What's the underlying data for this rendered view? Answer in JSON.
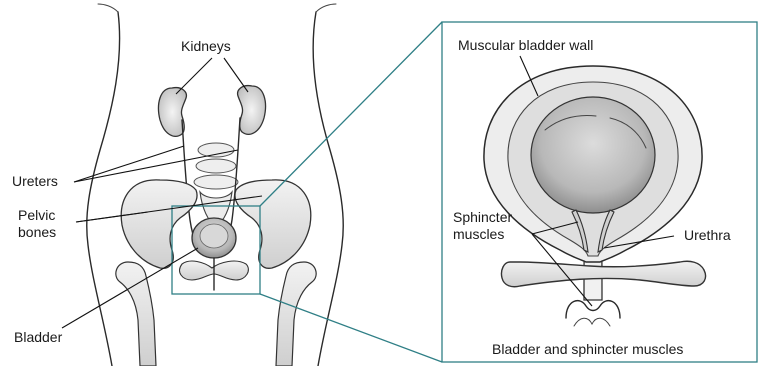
{
  "labels": {
    "kidneys": "Kidneys",
    "ureters": "Ureters",
    "pelvic_line1": "Pelvic",
    "pelvic_line2": "bones",
    "bladder": "Bladder",
    "muscular_wall": "Muscular bladder wall",
    "sphincter_line1": "Sphincter",
    "sphincter_line2": "muscles",
    "urethra": "Urethra",
    "caption": "Bladder and sphincter muscles"
  },
  "colors": {
    "frame": "#2f7f86",
    "ink": "#2a2a2a",
    "bladder_fill": "#c9c9c9",
    "tissue_fill": "#e6e6e6"
  }
}
